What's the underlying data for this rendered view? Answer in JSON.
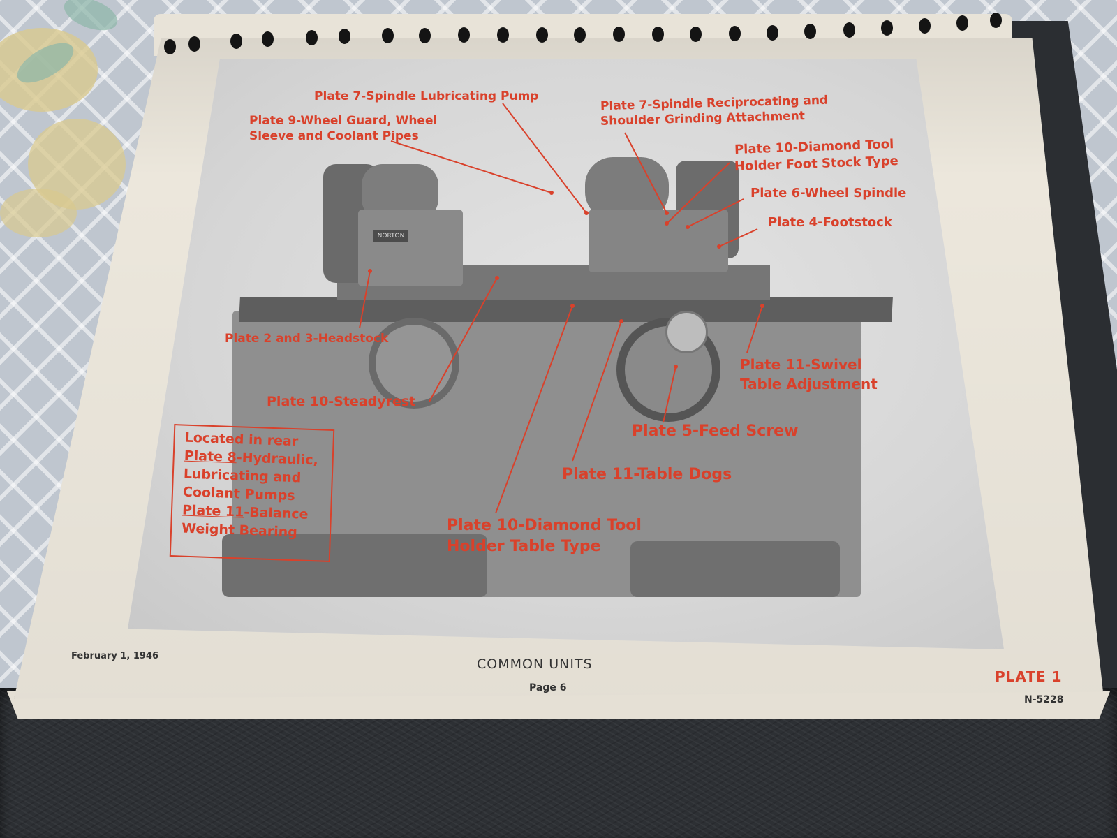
{
  "annotations": {
    "spindle_lub_pump": "Plate 7-Spindle Lubricating Pump",
    "wheel_guard_1": "Plate 9-Wheel Guard, Wheel",
    "wheel_guard_2": "Sleeve and Coolant Pipes",
    "reciprocating_1": "Plate 7-Spindle Reciprocating and",
    "reciprocating_2": "Shoulder Grinding Attachment",
    "diamond_foot_1": "Plate 10-Diamond Tool",
    "diamond_foot_2": "Holder Foot Stock Type",
    "wheel_spindle": "Plate 6-Wheel Spindle",
    "footstock": "Plate 4-Footstock",
    "headstock": "Plate 2 and 3-Headstock",
    "swivel_1": "Plate 11-Swivel",
    "swivel_2": "Table Adjustment",
    "steadyrest": "Plate 10-Steadyrest",
    "feed_screw": "Plate 5-Feed Screw",
    "table_dogs": "Plate 11-Table Dogs",
    "diamond_table_1": "Plate 10-Diamond Tool",
    "diamond_table_2": "Holder Table Type"
  },
  "rear_box": {
    "line1": "Located in rear",
    "line2_u": "Plate 8",
    "line2_rest": "-Hydraulic,",
    "line3": "Lubricating and",
    "line4": "Coolant Pumps",
    "line5_u": "Plate 11",
    "line5_rest": "-Balance",
    "line6": "Weight Bearing"
  },
  "machine_badge": "NORTON",
  "footer": {
    "date": "February 1, 1946",
    "section": "COMMON UNITS",
    "page": "Page 6",
    "plate": "PLATE 1",
    "doc_no": "N-5228"
  },
  "colors": {
    "annotation_red": "#d9412b",
    "page_paper": "#ece7dc",
    "binder": "#2d3034"
  }
}
